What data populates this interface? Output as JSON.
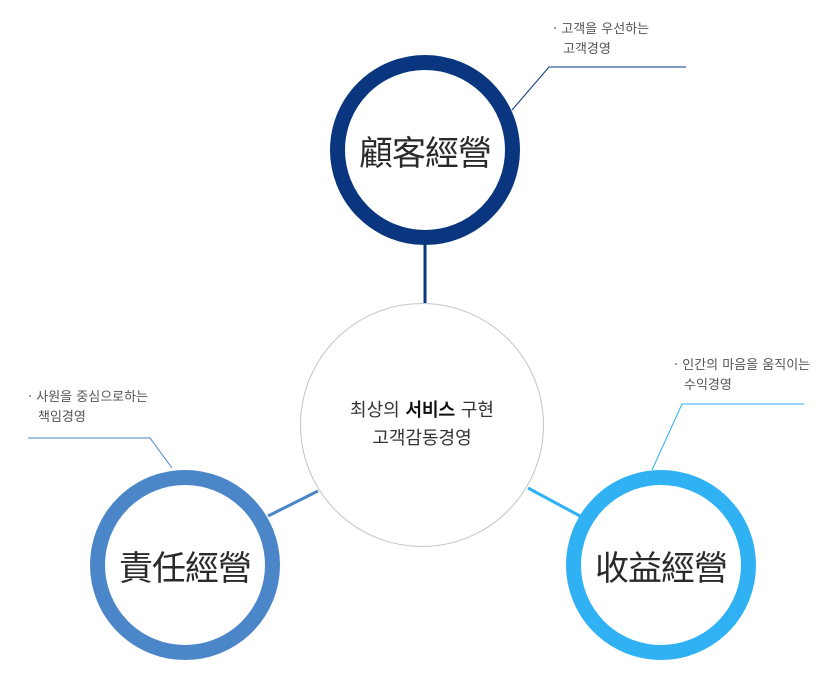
{
  "center": {
    "line1_pre": "최상의 ",
    "line1_bold": "서비스",
    "line1_post": " 구현",
    "line2": "고객감동경영"
  },
  "nodes": {
    "top": {
      "label": "顧客經營",
      "note_line1": "· 고객을 우선하는",
      "note_line2": "고객경영",
      "color": "#0a3680"
    },
    "left": {
      "label": "責任經營",
      "note_line1": "· 사원을 중심으로하는",
      "note_line2": "책임경영",
      "color": "#4a86c8"
    },
    "right": {
      "label": "收益經營",
      "note_line1": "· 인간의 마음을 움직이는",
      "note_line2": "수익경영",
      "color": "#2fb1f4"
    }
  }
}
